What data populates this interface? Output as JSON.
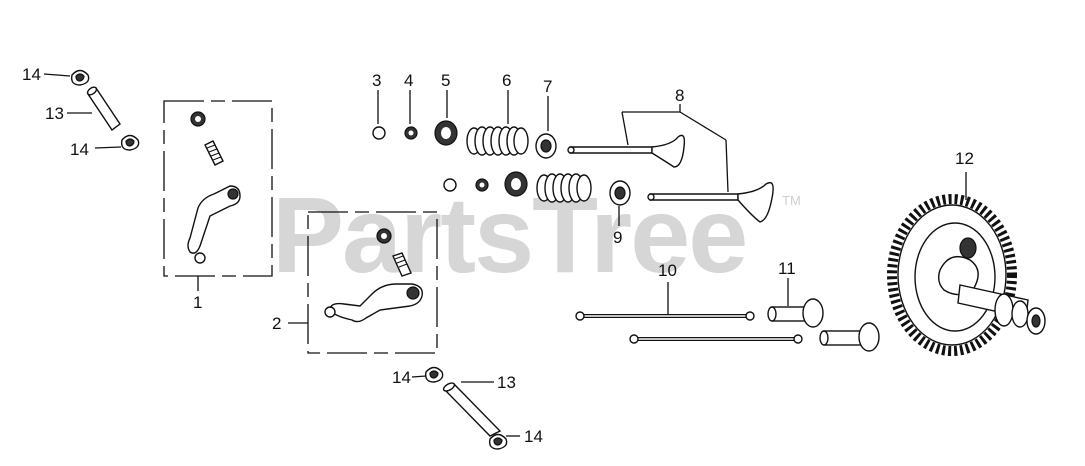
{
  "watermark": {
    "brand": "PartsTree",
    "mark": "TM"
  },
  "callouts": {
    "c1": "1",
    "c2": "2",
    "c3": "3",
    "c4": "4",
    "c5": "5",
    "c6": "6",
    "c7": "7",
    "c8": "8",
    "c9": "9",
    "c10": "10",
    "c11": "11",
    "c12": "12",
    "c13a": "13",
    "c13b": "13",
    "c14a": "14",
    "c14b": "14",
    "c14c": "14",
    "c14d": "14"
  }
}
